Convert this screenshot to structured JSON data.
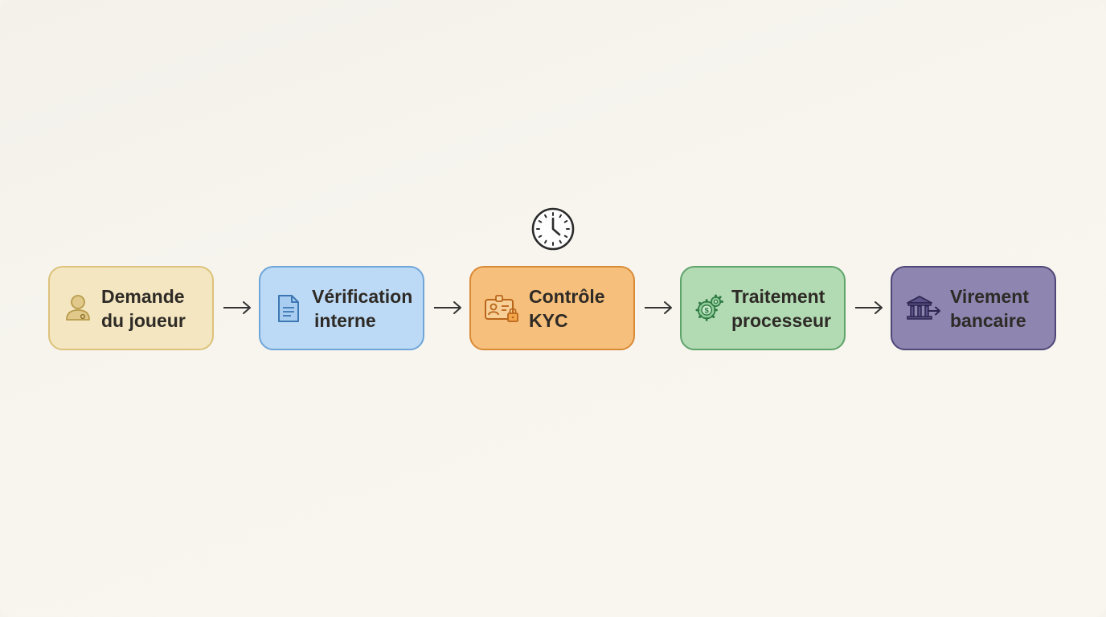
{
  "diagram": {
    "steps": [
      {
        "line1": "Demande",
        "line2": "du joueur",
        "icon": "user-icon",
        "color": "#f3e6c0",
        "border": "#dcc27b"
      },
      {
        "line1": "Vérification",
        "line2": "interne",
        "icon": "document-icon",
        "color": "#bcdaf5",
        "border": "#6fa5d8"
      },
      {
        "line1": "Contrôle",
        "line2": "KYC",
        "icon": "id-card-lock-icon",
        "color": "#f6c07c",
        "border": "#d98a35"
      },
      {
        "line1": "Traitement",
        "line2": "processeur",
        "icon": "gear-dollar-icon",
        "color": "#b2dbb4",
        "border": "#5ea36a"
      },
      {
        "line1": "Virement",
        "line2": "bancaire",
        "icon": "bank-transfer-icon",
        "color": "#8e85b0",
        "border": "#4f4778"
      }
    ],
    "highlight_icon": "clock-icon",
    "connector_icon": "arrow-right-icon"
  }
}
